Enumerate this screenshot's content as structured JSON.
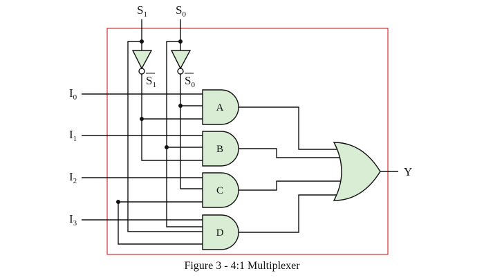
{
  "diagram": {
    "caption": "Figure 3 - 4:1 Multiplexer",
    "selects": [
      {
        "base": "S",
        "sub": "1"
      },
      {
        "base": "S",
        "sub": "0"
      }
    ],
    "inverted_selects": [
      {
        "base": "S",
        "sub": "1"
      },
      {
        "base": "S",
        "sub": "0"
      }
    ],
    "inputs": [
      {
        "base": "I",
        "sub": "0"
      },
      {
        "base": "I",
        "sub": "1"
      },
      {
        "base": "I",
        "sub": "2"
      },
      {
        "base": "I",
        "sub": "3"
      }
    ],
    "and_gates": [
      "A",
      "B",
      "C",
      "D"
    ],
    "output": "Y",
    "colors": {
      "gate_fill": "#d9ecd4",
      "boundary": "#d93030",
      "wire": "#111111"
    }
  }
}
